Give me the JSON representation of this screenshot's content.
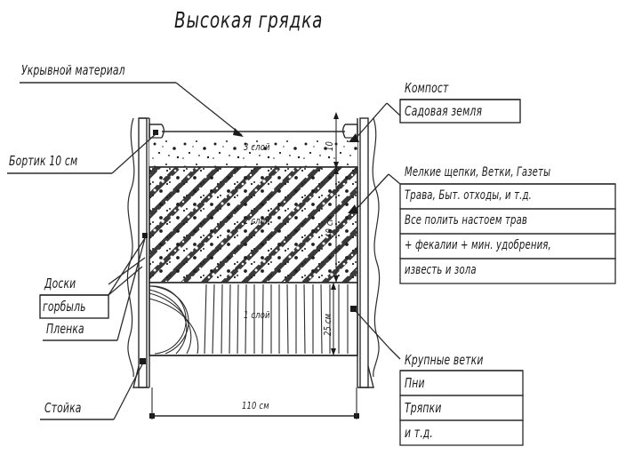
{
  "title": "Высокая грядка",
  "left_labels": [
    {
      "name": "covering-material",
      "text": "Укрывной материал"
    },
    {
      "name": "side-board-10cm",
      "text": "Бортик 10 см"
    },
    {
      "name": "boards-slab-line1",
      "text": "Доски"
    },
    {
      "name": "boards-slab-line2",
      "text": "горбыль"
    },
    {
      "name": "film",
      "text": "Пленка"
    },
    {
      "name": "post",
      "text": "Стойка"
    }
  ],
  "right_top_block": {
    "heading": "Компост",
    "rows": [
      "Садовая земля"
    ]
  },
  "right_middle_block": {
    "heading": "Мелкие щепки, Ветки, Газеты",
    "rows": [
      "Трава, Быт. отходы, и т.д.",
      "Все полить настоем трав",
      "+ фекалии + мин. удобрения,",
      "известь и зола"
    ]
  },
  "right_bottom_block": {
    "heading": "Крупные ветки",
    "rows": [
      "Пни",
      "Тряпки",
      "и т.д."
    ]
  },
  "layers": [
    {
      "name": "layer-3-top",
      "label": "3 слой"
    },
    {
      "name": "layer-2-middle",
      "label": "2 слой"
    },
    {
      "name": "layer-1-bottom",
      "label": "1 слой"
    }
  ],
  "dimensions": {
    "width": "110 см",
    "top_layer_height": "10",
    "middle_layer_height": "40 см",
    "bottom_layer_height": "25 см"
  },
  "colors": {
    "ink": "#1a1a1a",
    "line": "#2b2b2b",
    "background": "#ffffff"
  }
}
